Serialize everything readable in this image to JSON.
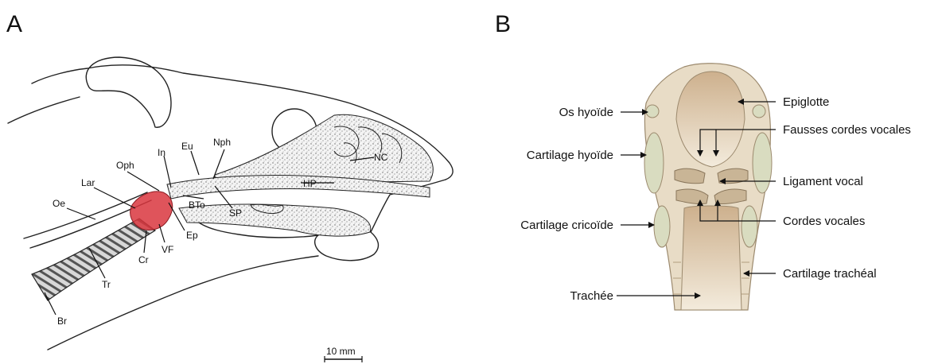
{
  "panel_a": {
    "letter": "A",
    "labels": {
      "nc": "NC",
      "nph": "Nph",
      "eu": "Eu",
      "in": "In",
      "oph": "Oph",
      "lar": "Lar",
      "oe": "Oe",
      "hp": "HP",
      "bto": "BTo",
      "sp": "SP",
      "ep": "Ep",
      "vf": "VF",
      "cr": "Cr",
      "tr": "Tr",
      "br": "Br"
    },
    "scale_bar": "10 mm",
    "highlight_color": "#d9363e"
  },
  "panel_b": {
    "letter": "B",
    "labels": {
      "os_hyoide": "Os hyoïde",
      "cartilage_hyoide": "Cartilage hyoïde",
      "cartilage_cricoide": "Cartilage cricoïde",
      "trachee": "Trachée",
      "epiglotte": "Epiglotte",
      "fausses_cordes": "Fausses cordes vocales",
      "ligament_vocal": "Ligament vocal",
      "cordes_vocales": "Cordes vocales",
      "cartilage_tracheal": "Cartilage trachéal"
    },
    "colors": {
      "tissue": "#e8dcc6",
      "tissue_dark": "#c9b596",
      "cartilage": "#d9dcc0"
    }
  }
}
